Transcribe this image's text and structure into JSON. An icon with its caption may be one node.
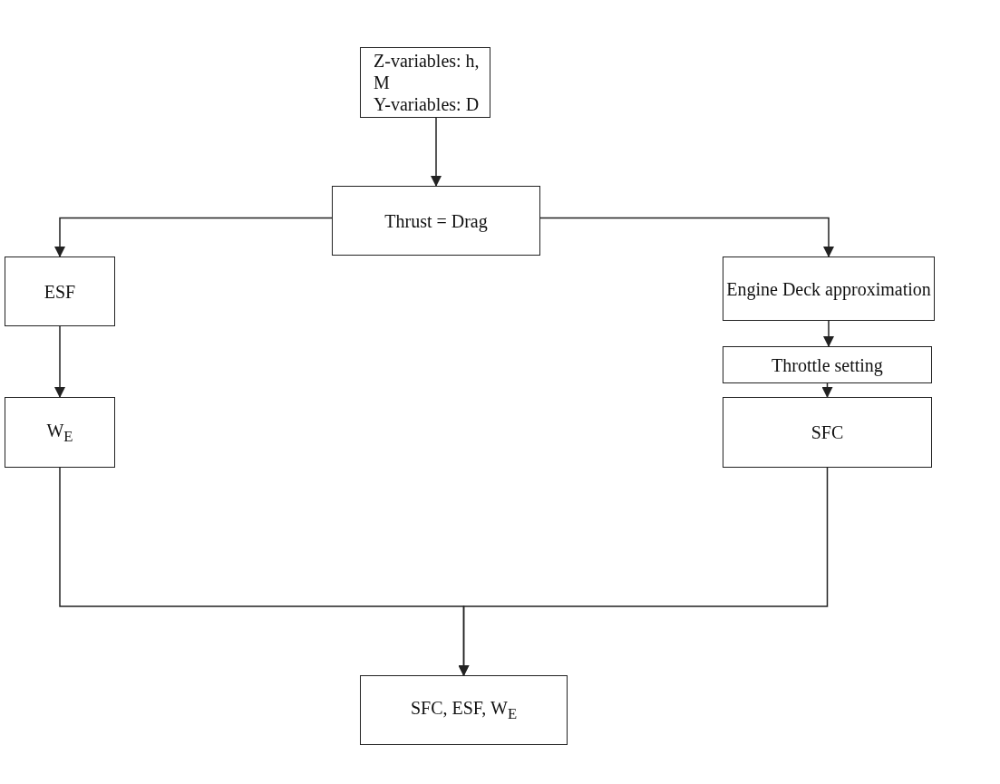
{
  "diagram": {
    "nodes": [
      {
        "text": [
          "Z-variables: h, M",
          "Y-variables: D"
        ]
      },
      {
        "text": [
          "Thrust = Drag"
        ]
      },
      {
        "text": [
          "ESF"
        ]
      },
      {
        "text": [
          "W$_{E}$"
        ]
      },
      {
        "text": [
          "Engine Deck approximation"
        ]
      },
      {
        "text": [
          "Throttle setting"
        ]
      },
      {
        "text": [
          "SFC"
        ]
      },
      {
        "text": [
          "SFC, ESF, W$_{E}$"
        ]
      }
    ],
    "edges": [
      {
        "from": 0,
        "to": 1,
        "arrow": "to"
      },
      {
        "from": 1,
        "to": 2,
        "arrow": "to"
      },
      {
        "from": 1,
        "to": 4,
        "arrow": "to"
      },
      {
        "from": 2,
        "to": 3,
        "arrow": "to"
      },
      {
        "from": 4,
        "to": 5,
        "arrow": "to"
      },
      {
        "from": 5,
        "to": 6,
        "arrow": "to"
      },
      {
        "from": 3,
        "to": 7,
        "arrow": "to"
      },
      {
        "from": 6,
        "to": 7,
        "arrow": "to"
      }
    ]
  }
}
